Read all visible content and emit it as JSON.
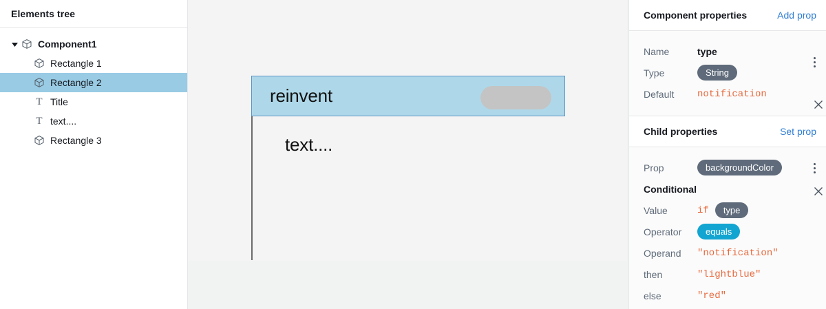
{
  "sidebar": {
    "title": "Elements tree",
    "tree": [
      {
        "label": "Component1",
        "icon": "cube-icon",
        "depth": 0,
        "expanded": true,
        "selected": false,
        "bold": true
      },
      {
        "label": "Rectangle 1",
        "icon": "cube-icon",
        "depth": 1,
        "expanded": false,
        "selected": false,
        "bold": false
      },
      {
        "label": "Rectangle 2",
        "icon": "cube-icon",
        "depth": 1,
        "expanded": false,
        "selected": true,
        "bold": false
      },
      {
        "label": "Title",
        "icon": "text-icon",
        "depth": 1,
        "expanded": false,
        "selected": false,
        "bold": false
      },
      {
        "label": "text....",
        "icon": "text-icon",
        "depth": 1,
        "expanded": false,
        "selected": false,
        "bold": false
      },
      {
        "label": "Rectangle 3",
        "icon": "cube-icon",
        "depth": 1,
        "expanded": false,
        "selected": false,
        "bold": false
      }
    ]
  },
  "canvas": {
    "preview": {
      "header_title": "reinvent",
      "body_text": "text....",
      "header_background": "#aed8e9",
      "header_border": "#5b93c4",
      "pill_color": "#c4c4c4",
      "body_background": "#f4f4f4"
    }
  },
  "component_properties": {
    "title": "Component properties",
    "action_label": "Add prop",
    "rows": [
      {
        "label": "Name",
        "value": "type",
        "kind": "bold"
      },
      {
        "label": "Type",
        "value": "String",
        "kind": "badge-gray"
      },
      {
        "label": "Default",
        "value": "notification",
        "kind": "code"
      }
    ]
  },
  "child_properties": {
    "title": "Child properties",
    "action_label": "Set prop",
    "rows": [
      {
        "label": "Prop",
        "value": "backgroundColor",
        "kind": "badge-gray"
      },
      {
        "label": "Conditional",
        "value": "",
        "kind": "section-label"
      },
      {
        "label": "Value",
        "value": "type",
        "kind": "badge-gray",
        "prefix": "if"
      },
      {
        "label": "Operator",
        "value": "equals",
        "kind": "badge-teal"
      },
      {
        "label": "Operand",
        "value": "\"notification\"",
        "kind": "code"
      },
      {
        "label": "then",
        "value": "\"lightblue\"",
        "kind": "code"
      },
      {
        "label": "else",
        "value": "\"red\"",
        "kind": "code"
      }
    ]
  },
  "icons": {
    "kebab": "more-vertical-icon",
    "close": "close-icon",
    "caret": "chevron-down-icon"
  },
  "colors": {
    "accent_link": "#2f7dd4",
    "badge_gray": "#5f6b7a",
    "badge_teal": "#12a5d1",
    "code_orange": "#e8683c",
    "selection_blue": "#99cbe4"
  }
}
